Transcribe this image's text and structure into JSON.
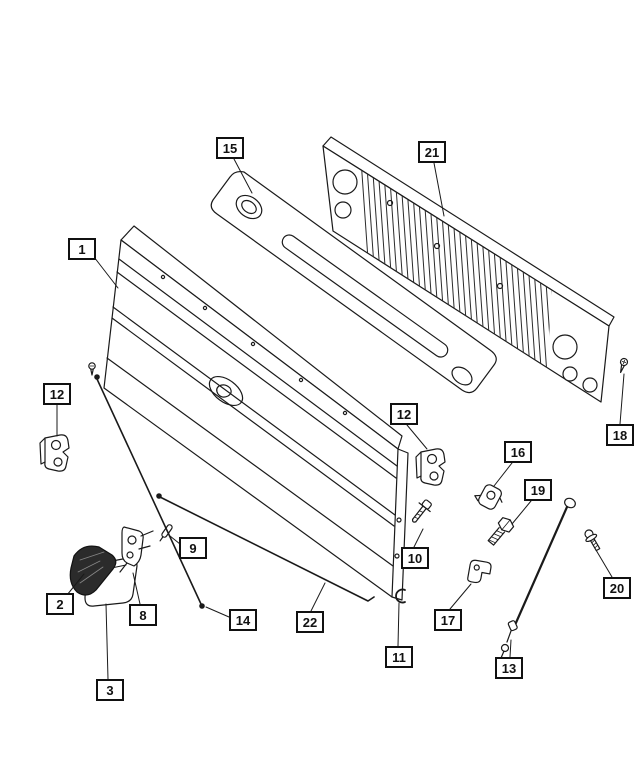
{
  "diagram": {
    "background": "#ffffff",
    "line_color": "#1a1a1a",
    "handle_fill": "#2b2b2b"
  },
  "callouts": [
    {
      "label": "1",
      "part": "tailgate-outer-panel"
    },
    {
      "label": "2",
      "part": "tailgate-handle"
    },
    {
      "label": "3",
      "part": "handle-bezel"
    },
    {
      "label": "8",
      "part": "latch-mechanism"
    },
    {
      "label": "9",
      "part": "latch-pin"
    },
    {
      "label": "10",
      "part": "pivot-stud"
    },
    {
      "label": "11",
      "part": "retainer-clip"
    },
    {
      "label": "12",
      "part": "hinge-left"
    },
    {
      "label": "12",
      "part": "hinge-right"
    },
    {
      "label": "13",
      "part": "support-cable"
    },
    {
      "label": "14",
      "part": "release-rod-left"
    },
    {
      "label": "15",
      "part": "reinforcement-panel"
    },
    {
      "label": "16",
      "part": "striker-bracket"
    },
    {
      "label": "17",
      "part": "rod-clip"
    },
    {
      "label": "18",
      "part": "screw-upper"
    },
    {
      "label": "19",
      "part": "mounting-bolt"
    },
    {
      "label": "20",
      "part": "screw-lower"
    },
    {
      "label": "21",
      "part": "inner-ribbed-panel"
    },
    {
      "label": "22",
      "part": "release-rod-long"
    }
  ]
}
